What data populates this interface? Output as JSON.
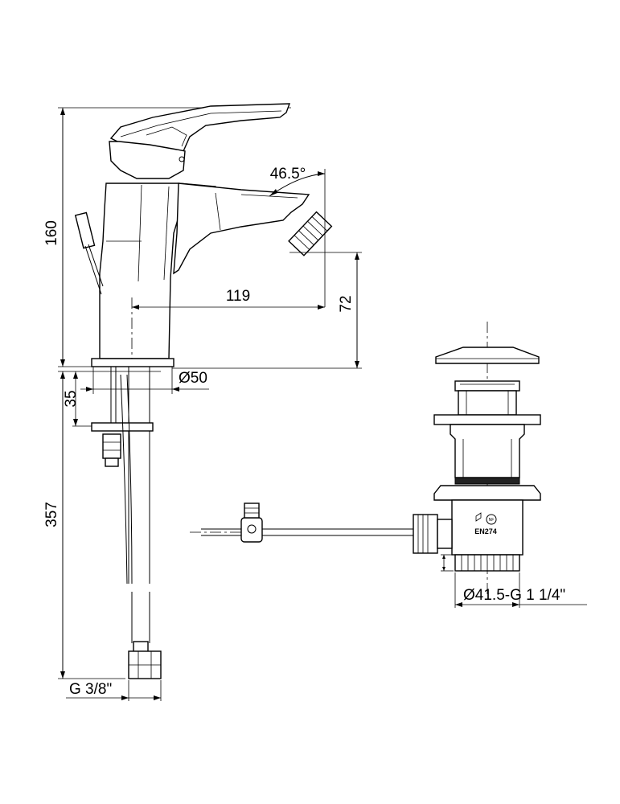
{
  "drawing": {
    "dimensions": {
      "spout_angle": "46.5°",
      "total_height": "160",
      "spout_height": "72",
      "spout_reach": "119",
      "base_diameter": "Ø50",
      "mount_depth": "35",
      "hose_length": "357",
      "hose_connection": "G 3/8\"",
      "waste_thread": "Ø41.5-G 1 1/4\""
    },
    "waste_marking": {
      "standard": "EN274",
      "logo_text": "NF"
    }
  }
}
